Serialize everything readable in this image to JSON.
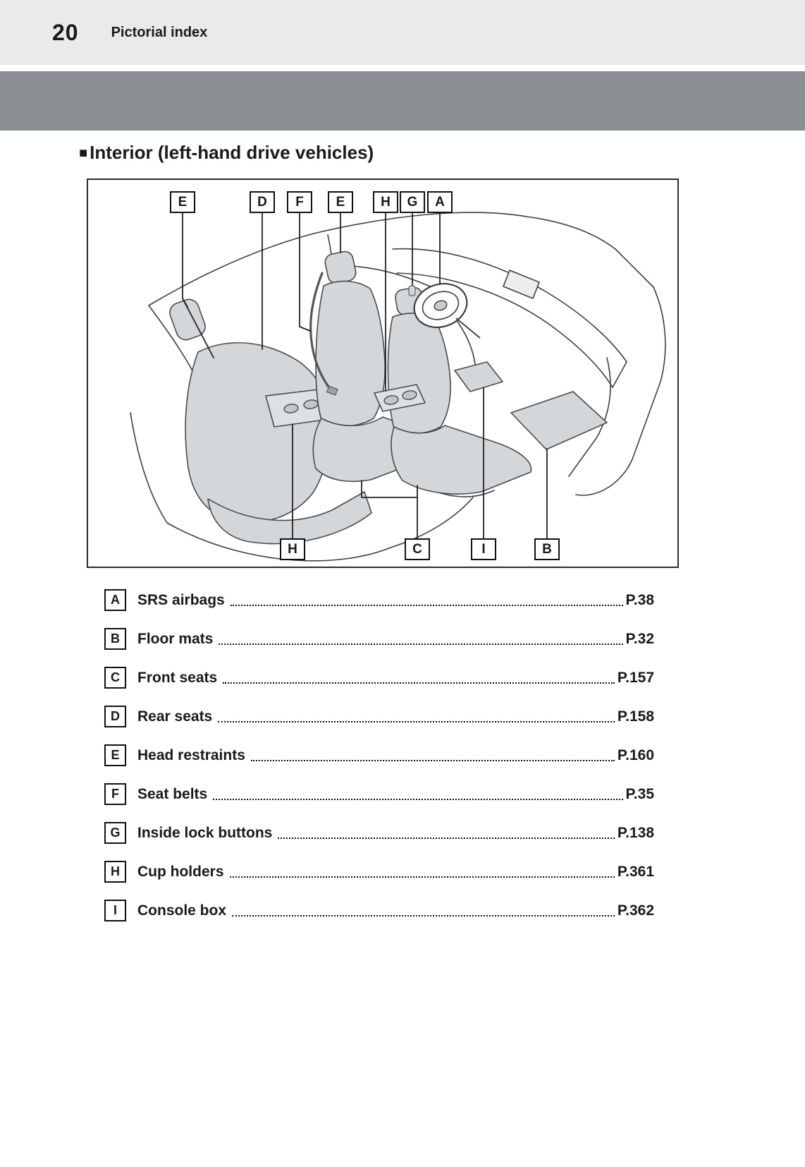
{
  "header": {
    "page_number": "20",
    "title": "Pictorial index"
  },
  "section": {
    "bullet": "■",
    "heading": "Interior (left-hand drive vehicles)"
  },
  "diagram": {
    "top_labels": [
      "E",
      "D",
      "F",
      "E",
      "H",
      "G",
      "A"
    ],
    "bottom_labels": [
      "H",
      "C",
      "I",
      "B"
    ]
  },
  "index": {
    "items": [
      {
        "letter": "A",
        "label": "SRS airbags",
        "page": "P.38"
      },
      {
        "letter": "B",
        "label": "Floor mats",
        "page": "P.32"
      },
      {
        "letter": "C",
        "label": "Front seats",
        "page": "P.157"
      },
      {
        "letter": "D",
        "label": "Rear seats",
        "page": "P.158"
      },
      {
        "letter": "E",
        "label": "Head restraints",
        "page": "P.160"
      },
      {
        "letter": "F",
        "label": "Seat belts",
        "page": "P.35"
      },
      {
        "letter": "G",
        "label": "Inside lock buttons",
        "page": "P.138"
      },
      {
        "letter": "H",
        "label": "Cup holders",
        "page": "P.361"
      },
      {
        "letter": "I",
        "label": "Console box",
        "page": "P.362"
      }
    ]
  },
  "colors": {
    "header_bg": "#e9eaea",
    "band": "#8b8f93",
    "text": "#1a1a1a",
    "seat_fill": "#d3d7d9"
  }
}
